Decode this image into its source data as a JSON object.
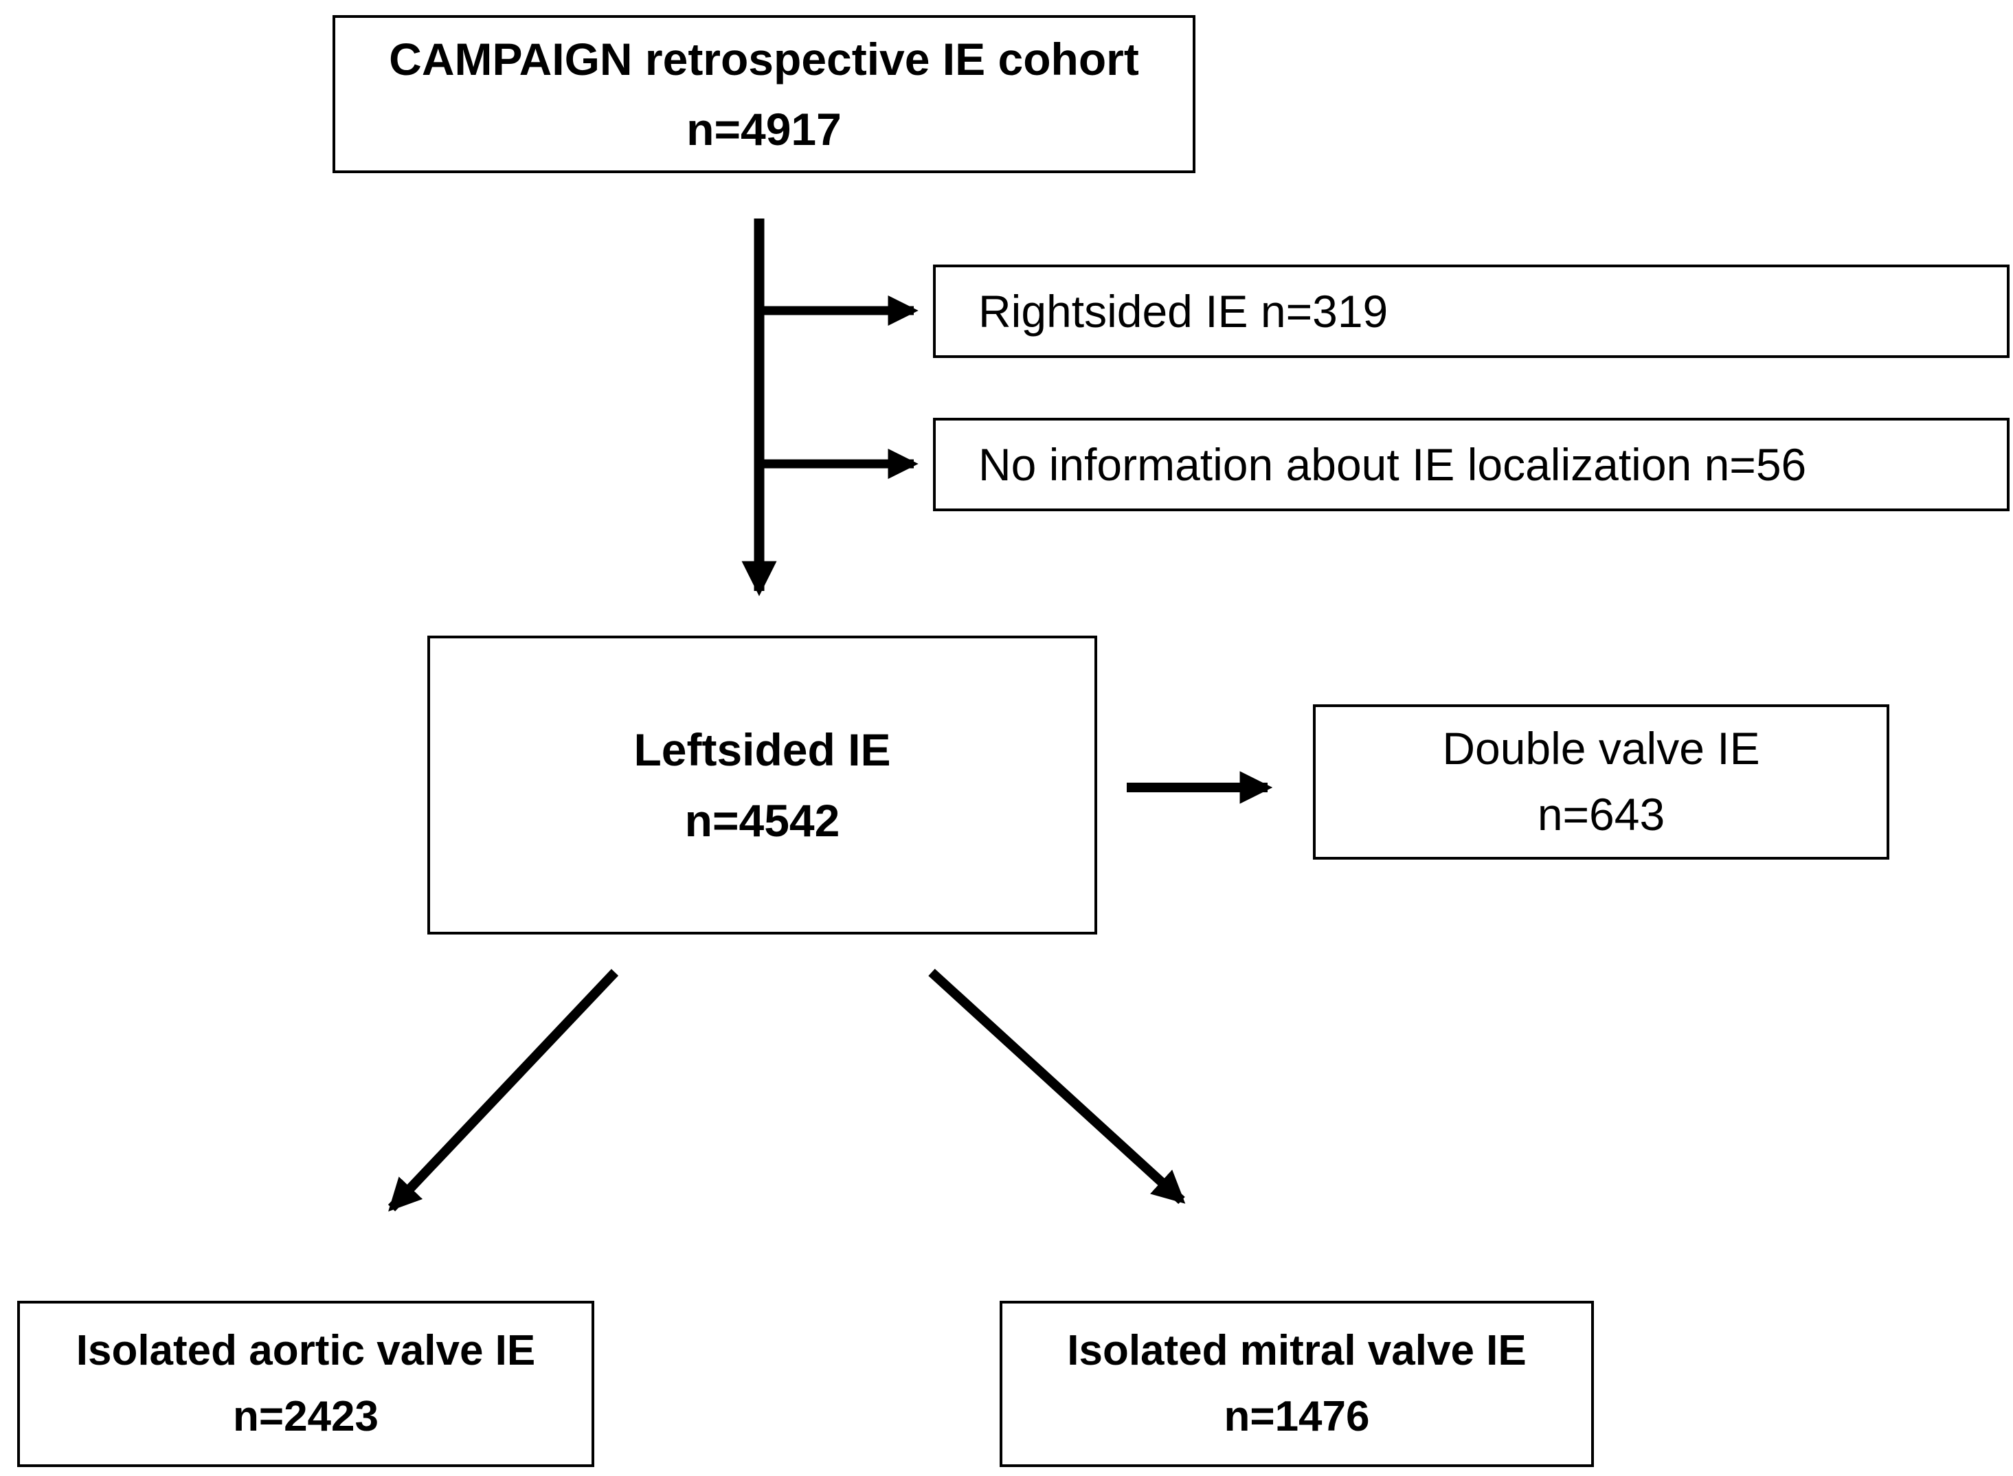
{
  "diagram": {
    "type": "flowchart",
    "colors": {
      "background": "#ffffff",
      "border": "#000000",
      "text": "#000000",
      "arrow": "#000000"
    },
    "nodes": {
      "campaign": {
        "lines": [
          "CAMPAIGN retrospective IE cohort",
          "n=4917"
        ],
        "style": "bold"
      },
      "rightsided": {
        "lines": [
          "Rightsided IE n=319"
        ],
        "style": "regular"
      },
      "no_localization": {
        "lines": [
          "No information about IE localization n=56"
        ],
        "style": "regular"
      },
      "leftsided": {
        "lines": [
          "Leftsided IE",
          "n=4542"
        ],
        "style": "bold"
      },
      "double_valve": {
        "lines": [
          "Double valve IE",
          "n=643"
        ],
        "style": "regular"
      },
      "aortic": {
        "lines": [
          "Isolated aortic valve IE",
          "n=2423"
        ],
        "style": "bold"
      },
      "mitral": {
        "lines": [
          "Isolated mitral valve IE",
          "n=1476"
        ],
        "style": "bold"
      }
    },
    "edges": [
      {
        "from": "campaign",
        "to": "leftsided"
      },
      {
        "from": "campaign",
        "to": "rightsided"
      },
      {
        "from": "campaign",
        "to": "no_localization"
      },
      {
        "from": "leftsided",
        "to": "double_valve"
      },
      {
        "from": "leftsided",
        "to": "aortic"
      },
      {
        "from": "leftsided",
        "to": "mitral"
      }
    ]
  }
}
